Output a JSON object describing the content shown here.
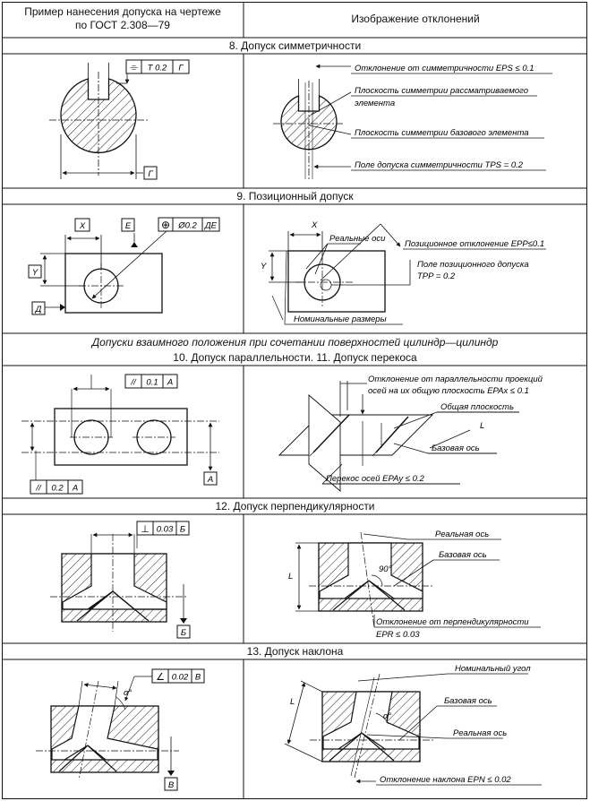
{
  "header": {
    "col1_line1": "Пример нанесения допуска на чертеже",
    "col1_line2": "по ГОСТ 2.308—79",
    "col2": "Изображение отклонений"
  },
  "sections": {
    "s8": "8. Допуск симметричности",
    "s9": "9. Позиционный допуск",
    "combo": "Допуски взаимного положения при сочетании поверхностей цилиндр—цилиндр",
    "s10": "10. Допуск параллельности. 11. Допуск перекоса",
    "s12": "12. Допуск перпендикулярности",
    "s13": "13. Допуск наклона"
  },
  "s8": {
    "frame_symbol": "⌯",
    "frame_value": "T 0.2",
    "frame_datum": "Г",
    "datum_label": "Г",
    "l1": "Отклонение от симметричности EPS ≤ 0.1",
    "l2a": "Плоскость симметрии рассматриваемого",
    "l2b": "элемента",
    "l3": "Плоскость симметрии базового элемента",
    "l4": "Поле допуска симметричности TPS = 0.2"
  },
  "s9": {
    "x": "X",
    "y": "Y",
    "e": "Е",
    "d": "Д",
    "frame_symbol": "⊕",
    "frame_value": "Ø0.2",
    "frame_datum": "ДЕ",
    "rx": "X",
    "ry": "Y",
    "l1": "Реальные оси",
    "l2": "Позиционное отклонение  EPP≤0.1",
    "l3a": "Поле позиционного допуска",
    "l3b": "TPP = 0.2",
    "l4": "Номинальные размеры"
  },
  "s10": {
    "frame1_symbol": "//",
    "frame1_value": "0.1",
    "frame1_datum": "А",
    "frame2_symbol": "//",
    "frame2_value": "0.2",
    "frame2_datum": "А",
    "datum_label": "А",
    "l1a": "Отклонение от параллельности проекций",
    "l1b": "осей на их общую плоскость EPAx ≤ 0.1",
    "l2": "Общая плоскость",
    "l3": "L",
    "l4": "Базовая ось",
    "l5": "Перекос осей EPAy ≤ 0.2"
  },
  "s12": {
    "frame_symbol": "⊥",
    "frame_value": "0.03",
    "frame_datum": "Б",
    "datum_label": "Б",
    "l1": "Реальная ось",
    "l2": "Базовая ось",
    "angle": "90°",
    "dim": "L",
    "l3a": "Отклонение от перпендикулярности",
    "l3b": "EPR ≤ 0.03"
  },
  "s13": {
    "frame_symbol": "∠",
    "frame_value": "0.02",
    "frame_datum": "В",
    "datum_label": "В",
    "angle_left": "α°",
    "dim": "L",
    "l1": "Номинальный угол",
    "l2": "Базовая ось",
    "angle_right": "α°",
    "l3": "Реальная ось",
    "l4": "Отклонение наклона EPN ≤ 0.02"
  }
}
